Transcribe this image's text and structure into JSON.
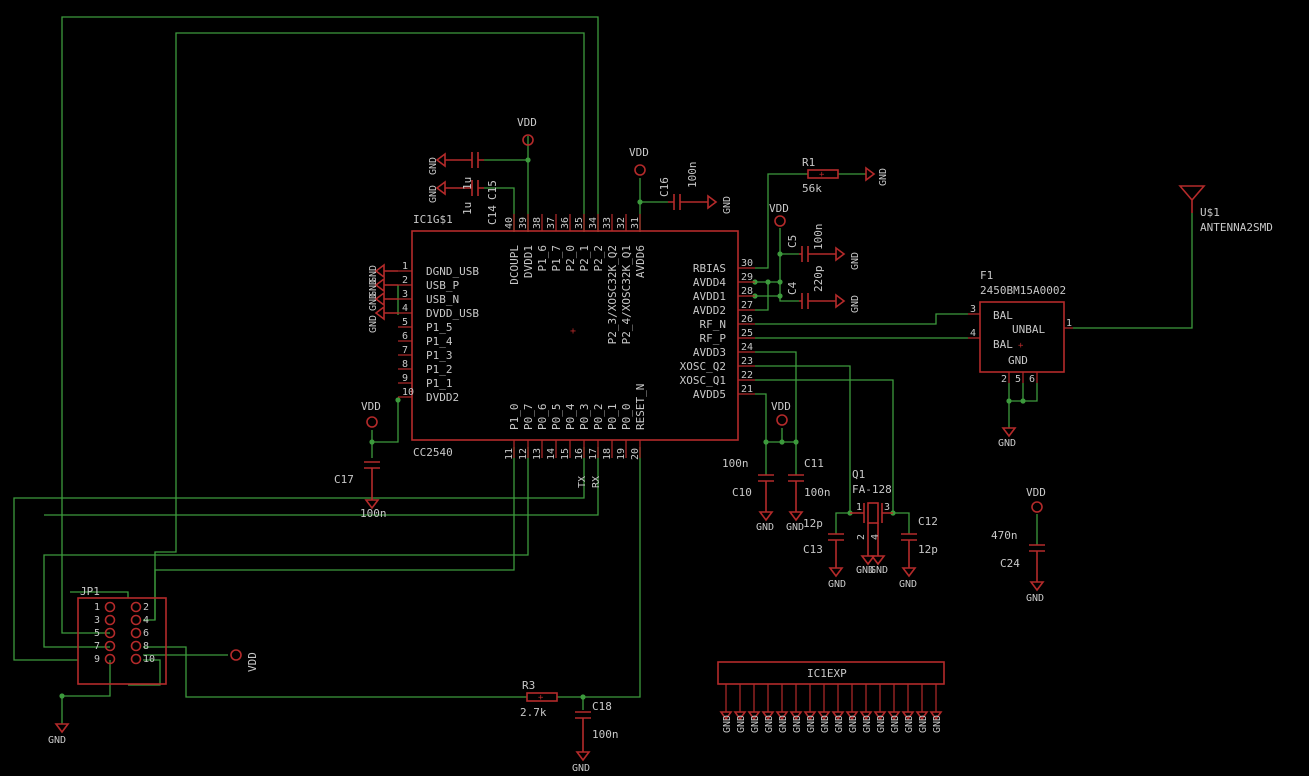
{
  "ic": {
    "name": "IC1G$1",
    "value": "CC2540",
    "left_pins": [
      {
        "num": "1",
        "name": "DGND_USB"
      },
      {
        "num": "2",
        "name": "USB_P"
      },
      {
        "num": "3",
        "name": "USB_N"
      },
      {
        "num": "4",
        "name": "DVDD_USB"
      },
      {
        "num": "5",
        "name": "P1_5"
      },
      {
        "num": "6",
        "name": "P1_4"
      },
      {
        "num": "7",
        "name": "P1_3"
      },
      {
        "num": "8",
        "name": "P1_2"
      },
      {
        "num": "9",
        "name": "P1_1"
      },
      {
        "num": "10",
        "name": "DVDD2"
      }
    ],
    "right_pins": [
      {
        "num": "30",
        "name": "RBIAS"
      },
      {
        "num": "29",
        "name": "AVDD4"
      },
      {
        "num": "28",
        "name": "AVDD1"
      },
      {
        "num": "27",
        "name": "AVDD2"
      },
      {
        "num": "26",
        "name": "RF_N"
      },
      {
        "num": "25",
        "name": "RF_P"
      },
      {
        "num": "24",
        "name": "AVDD3"
      },
      {
        "num": "23",
        "name": "XOSC_Q2"
      },
      {
        "num": "22",
        "name": "XOSC_Q1"
      },
      {
        "num": "21",
        "name": "AVDD5"
      }
    ],
    "top_pins": [
      {
        "num": "40",
        "name": "DCOUPL"
      },
      {
        "num": "39",
        "name": "DVDD1"
      },
      {
        "num": "38",
        "name": "P1_6"
      },
      {
        "num": "37",
        "name": "P1_7"
      },
      {
        "num": "36",
        "name": "P2_0"
      },
      {
        "num": "35",
        "name": "P2_1"
      },
      {
        "num": "34",
        "name": "P2_2"
      },
      {
        "num": "33",
        "name": "P2_3/XOSC32K_Q2"
      },
      {
        "num": "32",
        "name": "P2_4/XOSC32K_Q1"
      },
      {
        "num": "31",
        "name": "AVDD6"
      }
    ],
    "bottom_pins": [
      {
        "num": "11",
        "name": "P1_0"
      },
      {
        "num": "12",
        "name": "P0_7"
      },
      {
        "num": "13",
        "name": "P0_6"
      },
      {
        "num": "14",
        "name": "P0_5"
      },
      {
        "num": "15",
        "name": "P0_4"
      },
      {
        "num": "16",
        "name": "P0_3"
      },
      {
        "num": "17",
        "name": "P0_2"
      },
      {
        "num": "18",
        "name": "P0_1"
      },
      {
        "num": "19",
        "name": "P0_0"
      },
      {
        "num": "20",
        "name": "RESET_N"
      }
    ],
    "tx_label": "TX",
    "rx_label": "RX"
  },
  "components": {
    "c14": {
      "name": "C14",
      "value": "1u"
    },
    "c15": {
      "name": "C15",
      "value": "1u"
    },
    "c16": {
      "name": "C16",
      "value": "100n"
    },
    "c17": {
      "name": "C17",
      "value": "100n"
    },
    "c5": {
      "name": "C5",
      "value": "100n"
    },
    "c4": {
      "name": "C4",
      "value": "220p"
    },
    "r1": {
      "name": "R1",
      "value": "56k"
    },
    "c10": {
      "name": "C10",
      "value": "100n"
    },
    "c11": {
      "name": "C11",
      "value": "100n"
    },
    "q1": {
      "name": "Q1",
      "value": "FA-128"
    },
    "c13": {
      "name": "C13",
      "value": "12p"
    },
    "c12": {
      "name": "C12",
      "value": "12p"
    },
    "c24": {
      "name": "C24",
      "value": "470n"
    },
    "r3": {
      "name": "R3",
      "value": "2.7k"
    },
    "c18": {
      "name": "C18",
      "value": "100n"
    },
    "f1": {
      "name": "F1",
      "value": "2450BM15A0002",
      "bal1": "BAL",
      "bal2": "BAL",
      "unbal": "UNBAL",
      "gnd": "GND",
      "pin3": "3",
      "pin4": "4",
      "pin1": "1",
      "pin2": "2",
      "pin5": "5",
      "pin6": "6"
    },
    "u1": {
      "name": "U$1",
      "value": "ANTENNA2SMD"
    },
    "jp1": {
      "name": "JP1",
      "pins": [
        "1",
        "2",
        "3",
        "4",
        "5",
        "6",
        "7",
        "8",
        "9",
        "10"
      ]
    },
    "ic1exp": {
      "name": "IC1EXP",
      "gnd_label": "GND"
    }
  },
  "power": {
    "vdd": "VDD",
    "gnd": "GND"
  }
}
